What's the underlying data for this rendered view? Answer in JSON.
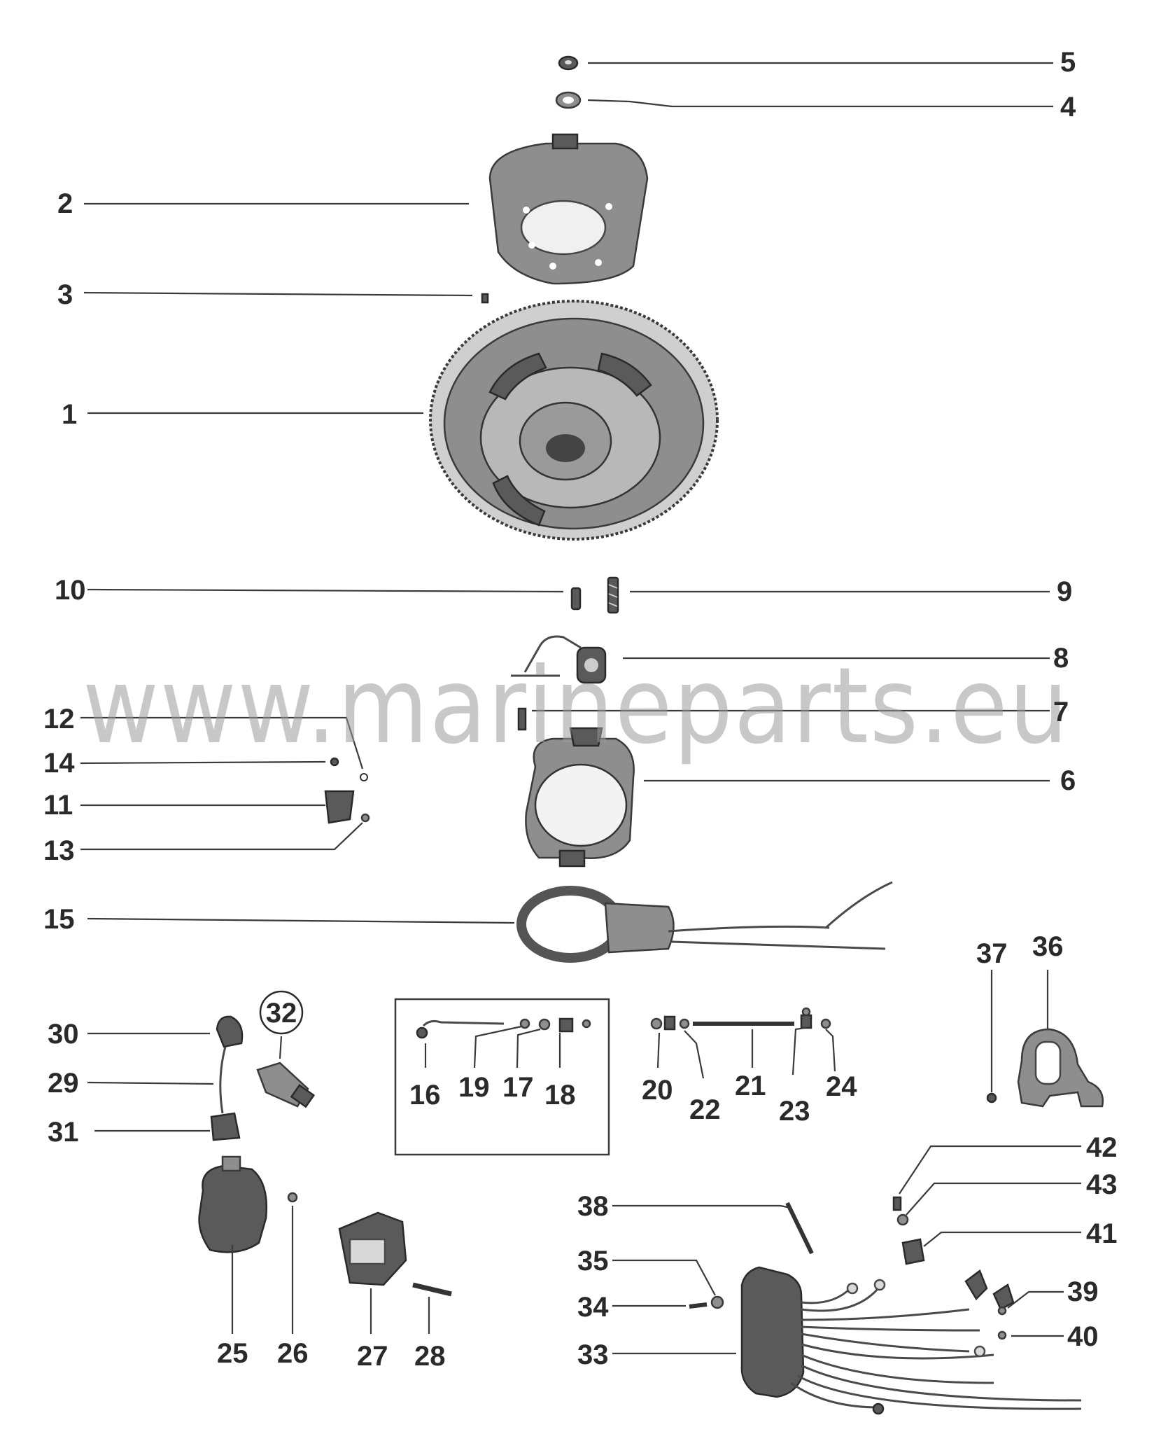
{
  "watermark": "www.marineparts.eu",
  "labels": {
    "n1": "1",
    "n2": "2",
    "n3": "3",
    "n4": "4",
    "n5": "5",
    "n6": "6",
    "n7": "7",
    "n8": "8",
    "n9": "9",
    "n10": "10",
    "n11": "11",
    "n12": "12",
    "n13": "13",
    "n14": "14",
    "n15": "15",
    "n16": "16",
    "n17": "17",
    "n18": "18",
    "n19": "19",
    "n20": "20",
    "n21": "21",
    "n22": "22",
    "n23": "23",
    "n24": "24",
    "n25": "25",
    "n26": "26",
    "n27": "27",
    "n28": "28",
    "n29": "29",
    "n30": "30",
    "n31": "31",
    "n32": "32",
    "n33": "33",
    "n34": "34",
    "n35": "35",
    "n36": "36",
    "n37": "37",
    "n38": "38",
    "n39": "39",
    "n40": "40",
    "n41": "41",
    "n42": "42",
    "n43": "43"
  }
}
